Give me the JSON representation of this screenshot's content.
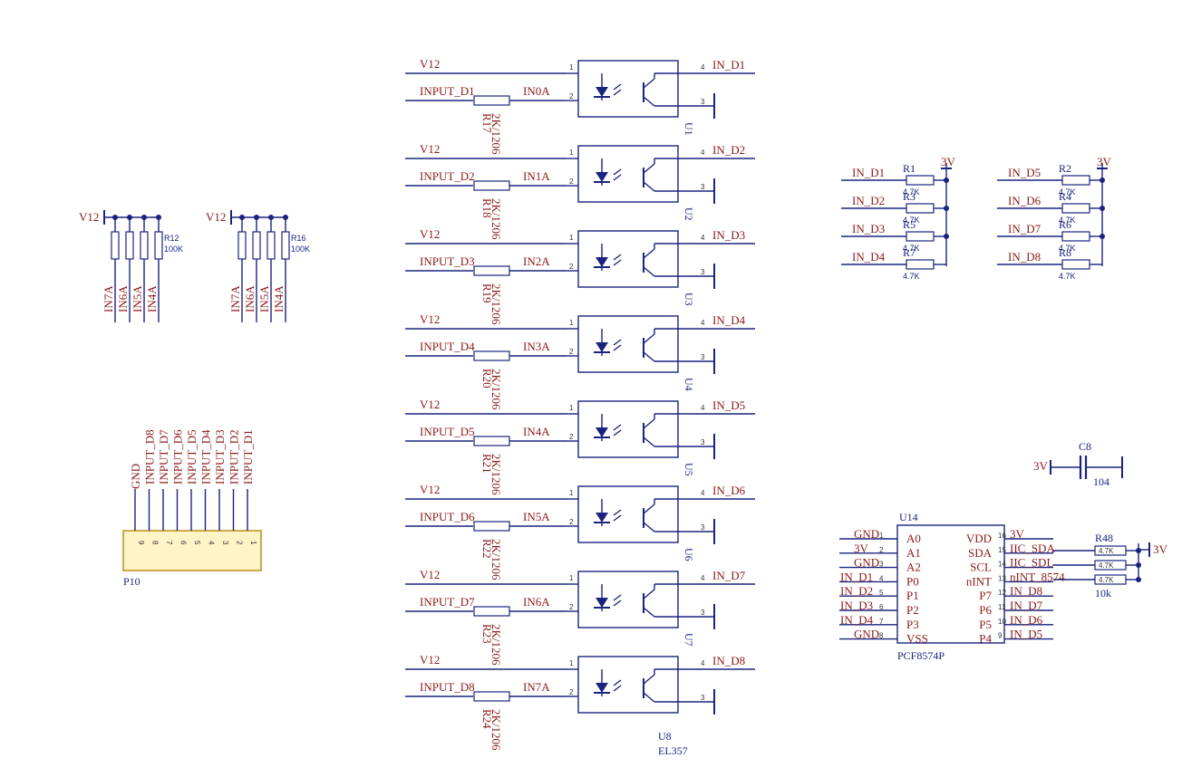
{
  "colors": {
    "wire": "#1a237e",
    "net": "#8b1a1a",
    "box": "#1a237e",
    "conn_fill": "#fff3c8",
    "conn_border": "#b8860b",
    "background": "#ffffff"
  },
  "opto": {
    "supply": "V12",
    "part_value": "EL357",
    "channels": [
      {
        "input": "INPUT_D1",
        "res": "R17",
        "res_val": "2K/1206",
        "node": "IN0A",
        "out": "IN_D1",
        "des": "U1"
      },
      {
        "input": "INPUT_D2",
        "res": "R18",
        "res_val": "2K/1206",
        "node": "IN1A",
        "out": "IN_D2",
        "des": "U2"
      },
      {
        "input": "INPUT_D3",
        "res": "R19",
        "res_val": "2K/1206",
        "node": "IN2A",
        "out": "IN_D3",
        "des": "U3"
      },
      {
        "input": "INPUT_D4",
        "res": "R20",
        "res_val": "2K/1206",
        "node": "IN3A",
        "out": "IN_D4",
        "des": "U4"
      },
      {
        "input": "INPUT_D5",
        "res": "R21",
        "res_val": "2K/1206",
        "node": "IN4A",
        "out": "IN_D5",
        "des": "U5"
      },
      {
        "input": "INPUT_D6",
        "res": "R22",
        "res_val": "2K/1206",
        "node": "IN5A",
        "out": "IN_D6",
        "des": "U6"
      },
      {
        "input": "INPUT_D7",
        "res": "R23",
        "res_val": "2K/1206",
        "node": "IN6A",
        "out": "IN_D7",
        "des": "U7"
      },
      {
        "input": "INPUT_D8",
        "res": "R24",
        "res_val": "2K/1206",
        "node": "IN7A",
        "out": "IN_D8",
        "des": "U8"
      }
    ]
  },
  "pulldown": [
    {
      "supply": "V12",
      "ref": "R12",
      "value": "100K",
      "nets": [
        "IN7A",
        "IN6A",
        "IN5A",
        "IN4A"
      ]
    },
    {
      "supply": "V12",
      "ref": "R16",
      "value": "100K",
      "nets": [
        "IN7A",
        "IN6A",
        "IN5A",
        "IN4A"
      ]
    }
  ],
  "connector": {
    "ref": "P10",
    "pins": [
      "9",
      "8",
      "7",
      "6",
      "5",
      "4",
      "3",
      "2",
      "1"
    ],
    "nets": [
      "GND",
      "INPUT_D8",
      "INPUT_D7",
      "INPUT_D6",
      "INPUT_D5",
      "INPUT_D4",
      "INPUT_D3",
      "INPUT_D2",
      "INPUT_D1"
    ]
  },
  "pullups": [
    {
      "supply": "3V",
      "rows": [
        {
          "net": "IN_D1",
          "ref": "R1",
          "value": "4.7K"
        },
        {
          "net": "IN_D2",
          "ref": "R3",
          "value": "4.7K"
        },
        {
          "net": "IN_D3",
          "ref": "R5",
          "value": "4.7K"
        },
        {
          "net": "IN_D4",
          "ref": "R7",
          "value": "4.7K"
        }
      ]
    },
    {
      "supply": "3V",
      "rows": [
        {
          "net": "IN_D5",
          "ref": "R2",
          "value": "4.7K"
        },
        {
          "net": "IN_D6",
          "ref": "R4",
          "value": "4.7K"
        },
        {
          "net": "IN_D7",
          "ref": "R6",
          "value": "4.7K"
        },
        {
          "net": "IN_D8",
          "ref": "R8",
          "value": "4.7K"
        }
      ]
    }
  ],
  "cap": {
    "ref": "C8",
    "value": "104",
    "supply": "3V"
  },
  "ic": {
    "ref": "U14",
    "part": "PCF8574P",
    "left": [
      {
        "name": "A0",
        "pin": "1",
        "net": "GND"
      },
      {
        "name": "A1",
        "pin": "2",
        "net": "3V"
      },
      {
        "name": "A2",
        "pin": "3",
        "net": "GND"
      },
      {
        "name": "P0",
        "pin": "4",
        "net": "IN_D1"
      },
      {
        "name": "P1",
        "pin": "5",
        "net": "IN_D2"
      },
      {
        "name": "P2",
        "pin": "6",
        "net": "IN_D3"
      },
      {
        "name": "P3",
        "pin": "7",
        "net": "IN_D4"
      },
      {
        "name": "VSS",
        "pin": "8",
        "net": "GND"
      }
    ],
    "right": [
      {
        "name": "VDD",
        "pin": "16",
        "net": "3V"
      },
      {
        "name": "SDA",
        "pin": "15",
        "net": "IIC_SDA"
      },
      {
        "name": "SCL",
        "pin": "14",
        "net": "IIC_SDL"
      },
      {
        "name": "nINT",
        "pin": "13",
        "net": "nINT_8574"
      },
      {
        "name": "P7",
        "pin": "12",
        "net": "IN_D8"
      },
      {
        "name": "P6",
        "pin": "11",
        "net": "IN_D7"
      },
      {
        "name": "P5",
        "pin": "10",
        "net": "IN_D6"
      },
      {
        "name": "P4",
        "pin": "9",
        "net": "IN_D5"
      }
    ]
  },
  "i2c_pullups": {
    "ref": "R48",
    "value": "10k",
    "supply": "3V",
    "rows": [
      "4.7K",
      "4.7K",
      "4.7K"
    ]
  }
}
